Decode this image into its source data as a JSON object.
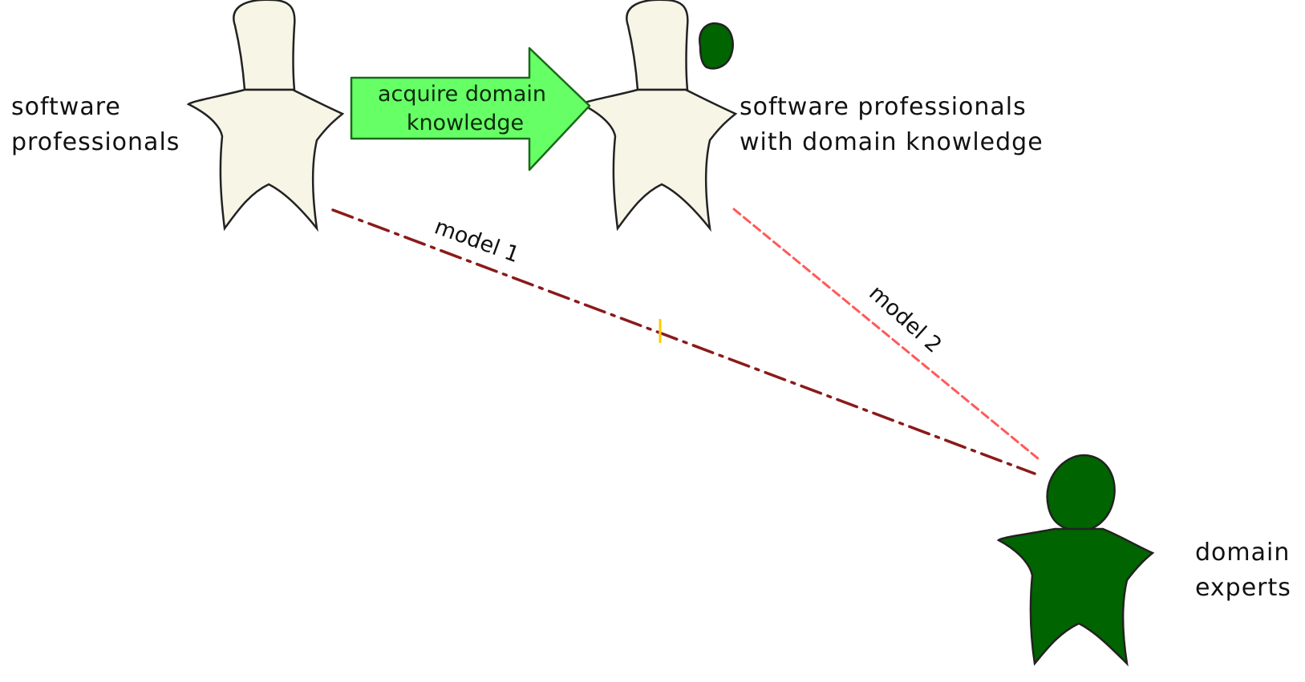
{
  "nodes": {
    "software_professionals": {
      "label_line1": "software",
      "label_line2": "professionals",
      "head_color": "#f7f5e6",
      "body_color": "#f7f5e6"
    },
    "software_professionals_with_domain": {
      "label_line1": "software professionals",
      "label_line2": "with domain knowledge",
      "head_color": "#f7f5e6",
      "body_color": "#f7f5e6",
      "knowledge_color": "#006400"
    },
    "domain_experts": {
      "label_line1": "domain",
      "label_line2": "experts",
      "head_color": "#006400",
      "body_color": "#006400"
    }
  },
  "arrow": {
    "label_line1": "acquire domain",
    "label_line2": "knowledge",
    "fill": "#66ff66",
    "stroke": "#1a6a1a"
  },
  "edges": {
    "model1": {
      "label": "model 1",
      "color": "#8b1a1a"
    },
    "model2": {
      "label": "model 2",
      "color": "#ff5a5a"
    }
  },
  "marker": {
    "color": "#ffcc00"
  }
}
